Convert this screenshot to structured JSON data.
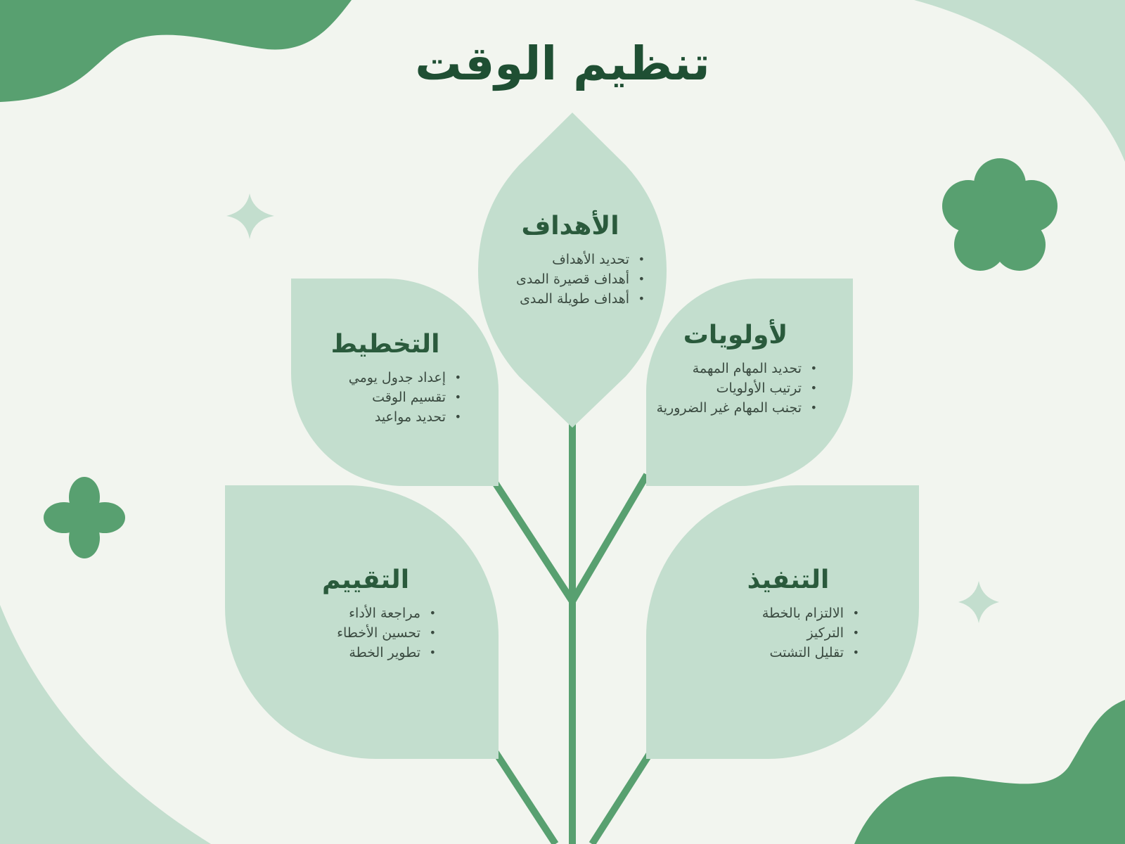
{
  "title": "تنظيم الوقت",
  "colors": {
    "background": "#f2f5ef",
    "leaf": "#c3dece",
    "dark_green": "#58a070",
    "light_green": "#c3dece",
    "title": "#1f4f33"
  },
  "leaves": {
    "goals": {
      "title": "الأهداف",
      "items": [
        "تحديد الأهداف",
        "أهداف قصيرة المدى",
        "أهداف طويلة المدى"
      ]
    },
    "planning": {
      "title": "التخطيط",
      "items": [
        "إعداد جدول يومي",
        "تقسيم الوقت",
        "تحديد مواعيد"
      ]
    },
    "priorities": {
      "title": "لأولويات",
      "items": [
        "تحديد المهام المهمة",
        "ترتيب الأولويات",
        "تجنب المهام غير الضرورية"
      ]
    },
    "evaluation": {
      "title": "التقييم",
      "items": [
        "مراجعة الأداء",
        "تحسين الأخطاء",
        "تطوير الخطة"
      ]
    },
    "execution": {
      "title": "التنفيذ",
      "items": [
        "الالتزام بالخطة",
        "التركيز",
        "تقليل التشتت"
      ]
    }
  },
  "decorations": [
    "sparkle-icon",
    "flower-icon",
    "clover-icon",
    "sparkle-icon"
  ]
}
